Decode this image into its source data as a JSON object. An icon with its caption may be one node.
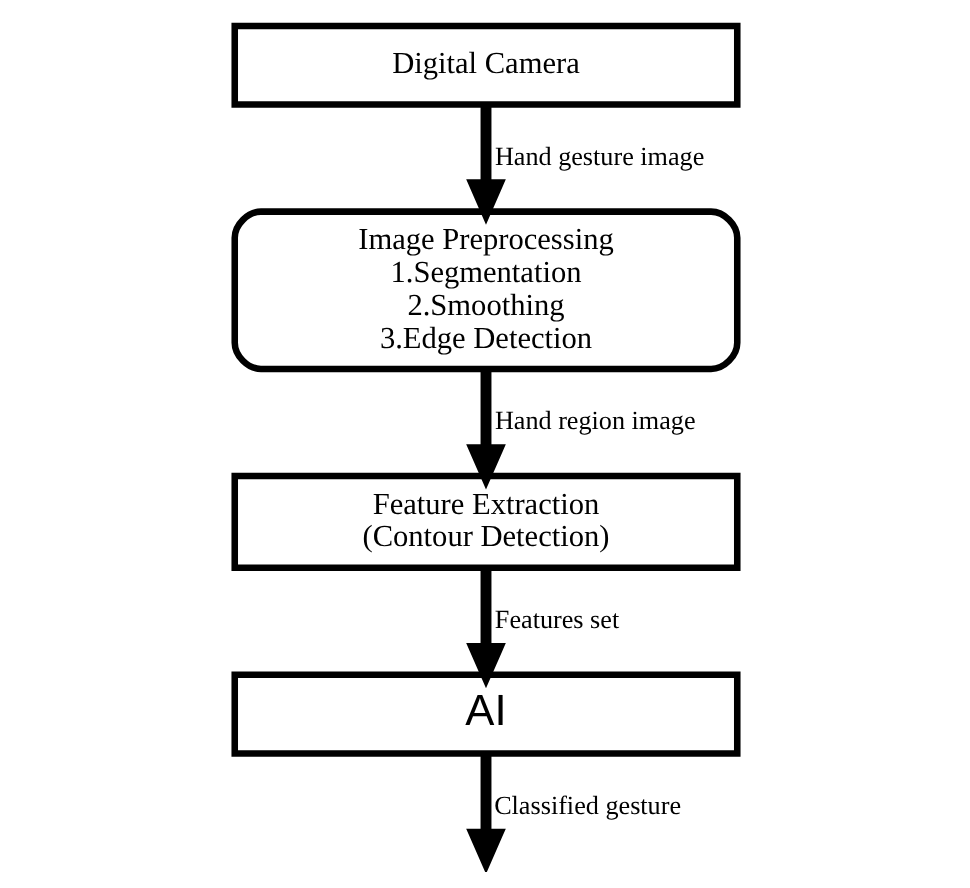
{
  "diagram": {
    "nodes": [
      {
        "text": [
          "Digital Camera"
        ]
      },
      {
        "text": [
          "Image Preprocessing",
          "1.Segmentation",
          "2.Smoothing",
          "3.Edge Detection"
        ]
      },
      {
        "text": [
          "Feature Extraction",
          "(Contour Detection)"
        ]
      },
      {
        "text": [
          "AI"
        ]
      }
    ],
    "edges": [
      {
        "from": 0,
        "to": 1,
        "arrow": "to",
        "label": "Hand gesture image"
      },
      {
        "from": 1,
        "to": 2,
        "arrow": "to",
        "label": "Hand region image"
      },
      {
        "from": 2,
        "to": 3,
        "arrow": "to",
        "label": "Features set"
      },
      {
        "from": 3,
        "to": null,
        "arrow": "to",
        "label": "Classified gesture"
      }
    ]
  }
}
